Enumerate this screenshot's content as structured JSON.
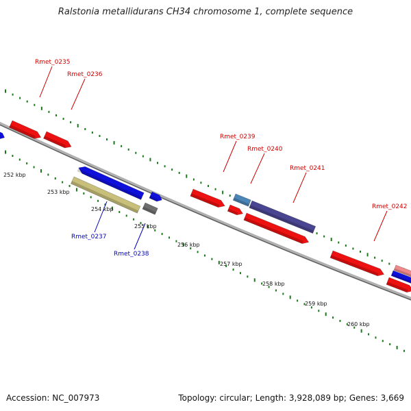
{
  "title": "Ralstonia metallidurans CH34 chromosome 1, complete sequence",
  "footer": {
    "accession": "Accession: NC_007973",
    "stats": "Topology: circular; Length: 3,928,089 bp; Genes: 3,669"
  },
  "colors": {
    "forward_gene": "#ee1111",
    "reverse_gene": "#1010dd",
    "tick": "#1a7a1a",
    "backbone": "#8a8a8a",
    "label_forward": "#cc0000",
    "label_reverse": "#0000bb"
  },
  "scale_labels": [
    "252 kbp",
    "253 kbp",
    "254 kbp",
    "255 kbp",
    "256 kbp",
    "257 kbp",
    "258 kbp",
    "259 kbp",
    "260 kbp"
  ],
  "genes": [
    {
      "id": "left-edge",
      "label": "",
      "color": "#1010dd"
    },
    {
      "id": "rmet-0235",
      "label": "Rmet_0235",
      "color": "#ee1111"
    },
    {
      "id": "rmet-0236",
      "label": "Rmet_0236",
      "color": "#ee1111"
    },
    {
      "id": "rmet-0237-a",
      "label": "Rmet_0237",
      "color": "#1010dd"
    },
    {
      "id": "rmet-0237-b",
      "label": "",
      "color": "#c8c07a"
    },
    {
      "id": "rmet-0238-a",
      "label": "Rmet_0238",
      "color": "#1010dd"
    },
    {
      "id": "rmet-0238-b",
      "label": "",
      "color": "#6e6e6e"
    },
    {
      "id": "rmet-0239",
      "label": "Rmet_0239",
      "color": "#ee1111"
    },
    {
      "id": "rmet-0239-b",
      "label": "",
      "color": "#ee1111"
    },
    {
      "id": "rmet-0240-a",
      "label": "Rmet_0240",
      "color": "#4a86b8"
    },
    {
      "id": "rmet-0240-b",
      "label": "",
      "color": "#ee1111"
    },
    {
      "id": "rmet-0241",
      "label": "Rmet_0241",
      "color": "#4a4590"
    },
    {
      "id": "rmet-0242",
      "label": "Rmet_0242",
      "color": "#ee1111"
    },
    {
      "id": "right-edge-a",
      "label": "",
      "color": "#f08a8a"
    },
    {
      "id": "right-edge-b",
      "label": "",
      "color": "#1010dd"
    },
    {
      "id": "right-edge-c",
      "label": "",
      "color": "#ee1111"
    }
  ]
}
